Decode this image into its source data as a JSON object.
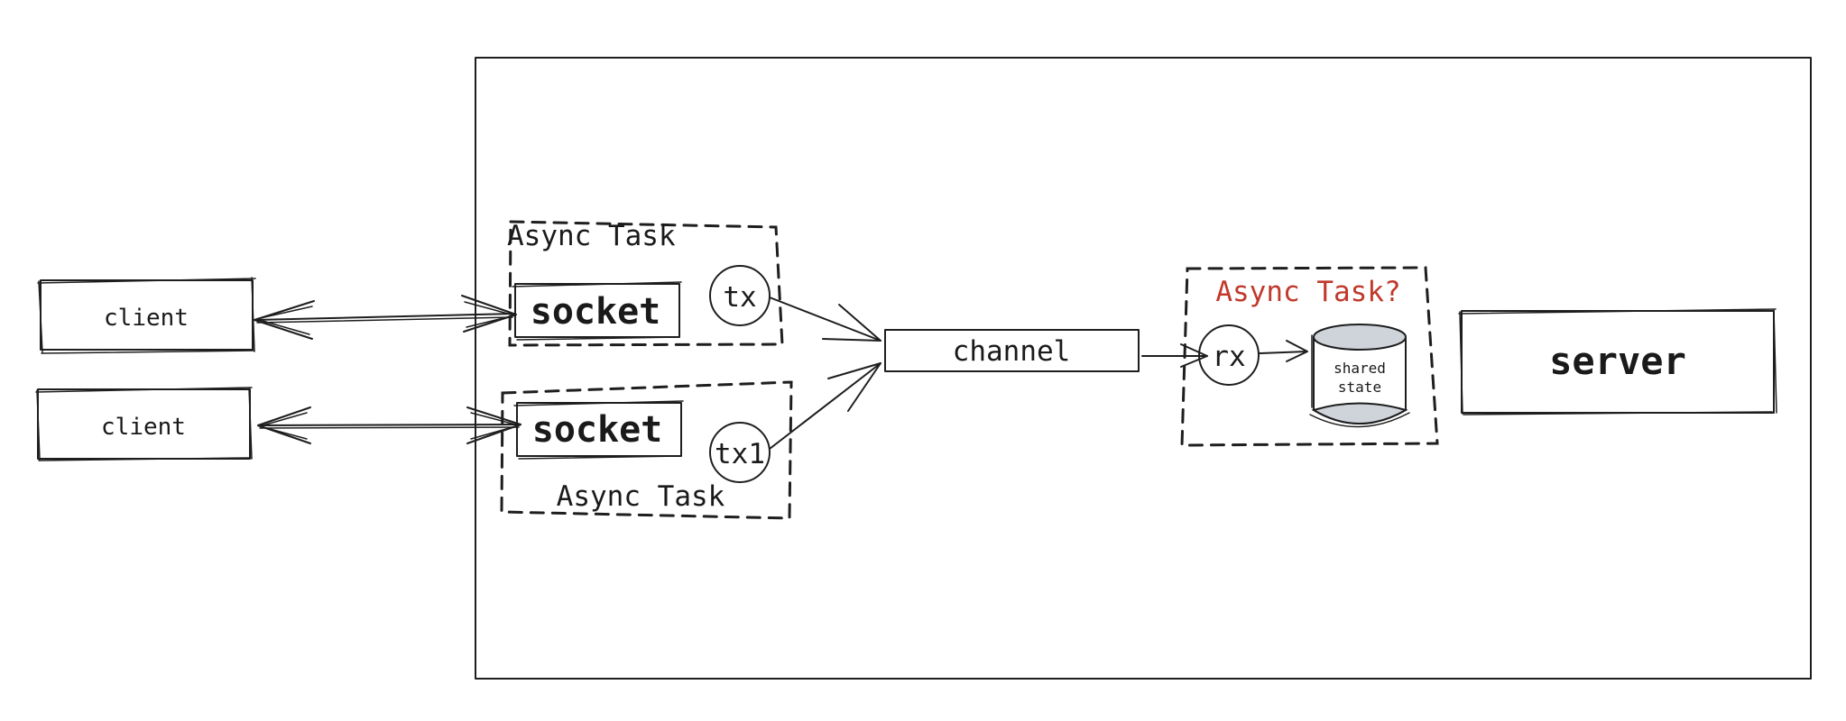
{
  "labels": {
    "client_top": "client",
    "client_bottom": "client",
    "socket_top": "socket",
    "socket_bottom": "socket",
    "task_top": "Async Task",
    "task_bottom": "Async Task",
    "tx": "tx",
    "tx1": "tx1",
    "channel": "channel",
    "rx": "rx",
    "task_question": "Async Task?",
    "shared_state_line1": "shared",
    "shared_state_line2": "state",
    "server": "server"
  },
  "colors": {
    "ink": "#1e1e1e",
    "accent_red": "#c0392b",
    "cylinder_fill": "#ced4da"
  }
}
